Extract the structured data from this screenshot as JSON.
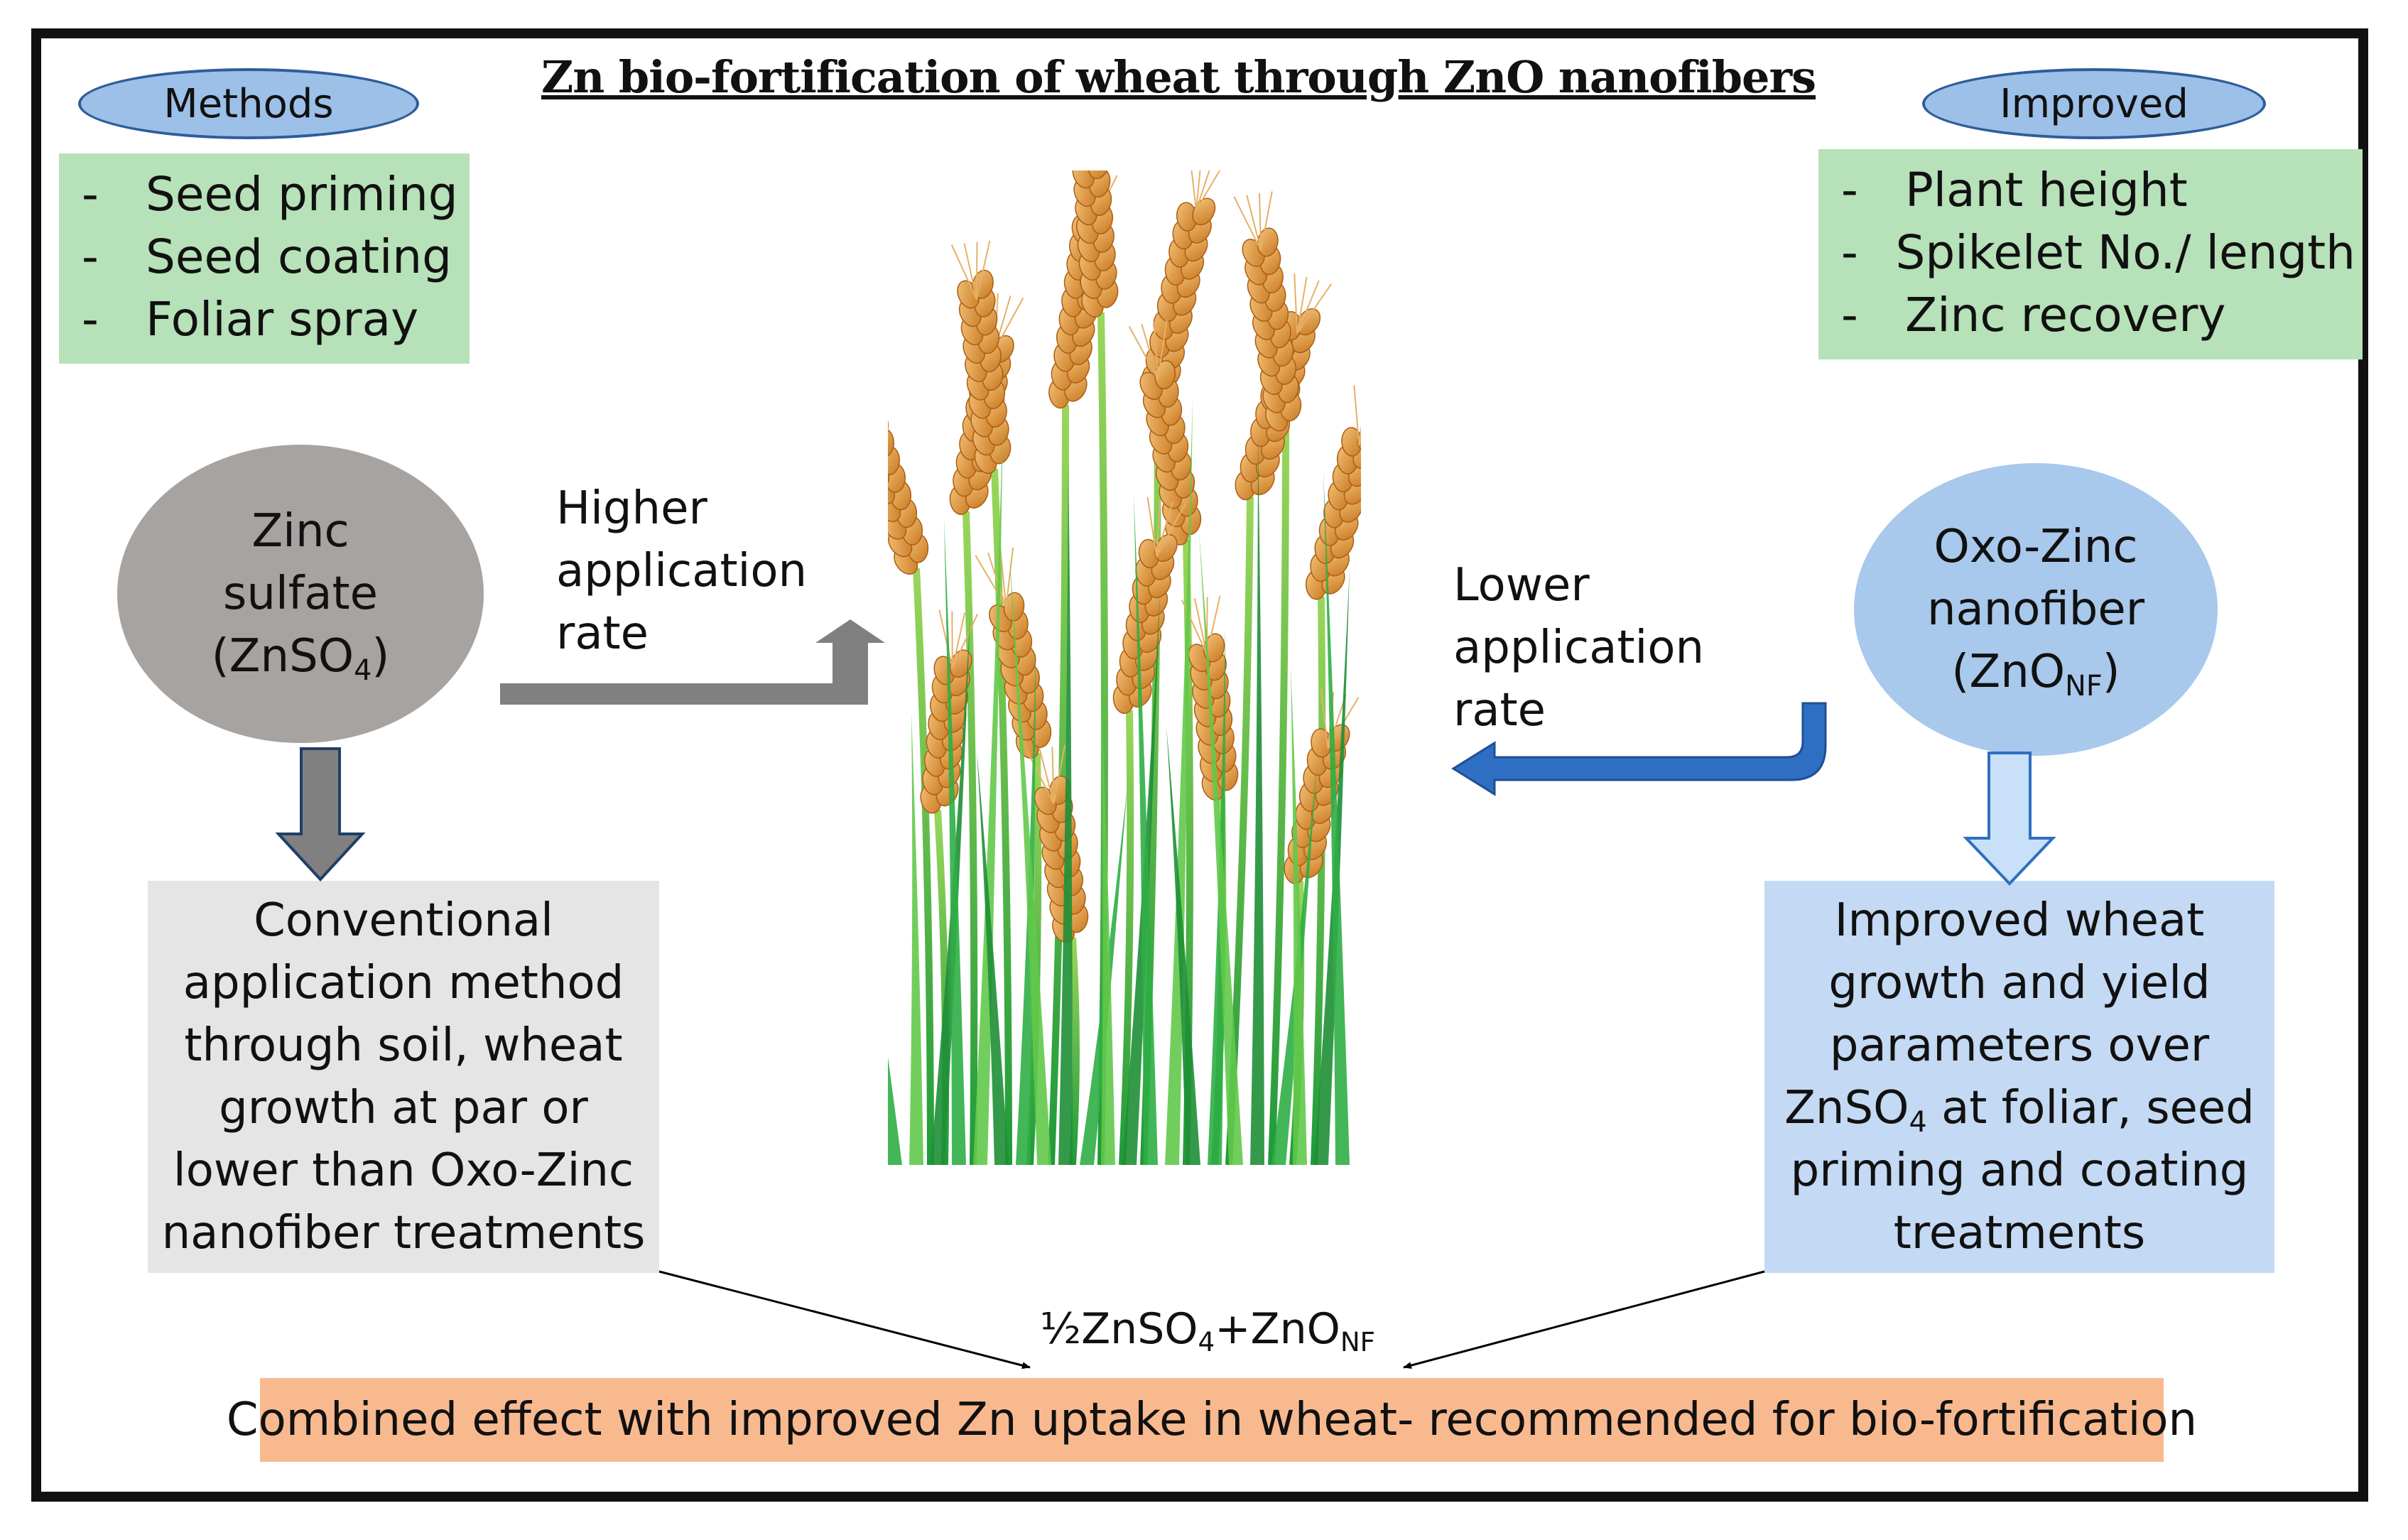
{
  "title": "Zn bio-fortification of wheat through ZnO nanofibers",
  "methods": {
    "label": "Methods",
    "items": [
      "Seed priming",
      "Seed coating",
      "Foliar spray"
    ]
  },
  "improved": {
    "label": "Improved",
    "items": [
      "Plant height",
      "Spikelet No./ length",
      "Zinc recovery"
    ]
  },
  "zinc_sulfate": {
    "line1": "Zinc",
    "line2": "sulfate",
    "formula": "(ZnSO",
    "sub": "4",
    "close": ")"
  },
  "oxo_zinc": {
    "line1": "Oxo-Zinc",
    "line2": "nanofiber",
    "formula": "(ZnO",
    "sub": "NF",
    "close": ")"
  },
  "higher_rate": {
    "line1": "Higher",
    "line2": "application",
    "line3": "rate"
  },
  "lower_rate": {
    "line1": "Lower",
    "line2": "application",
    "line3": "rate"
  },
  "conventional_box": {
    "lines": [
      "Conventional",
      "application method",
      "through soil, wheat",
      "growth at par or",
      "lower than Oxo-Zinc",
      "nanofiber treatments"
    ]
  },
  "improved_box": {
    "line1": "Improved wheat",
    "line2": "growth and yield",
    "line3": "parameters over",
    "line4_pre": "ZnSO",
    "line4_sub": "4",
    "line4_post": " at foliar, seed",
    "line5": "priming and coating",
    "line6": "treatments"
  },
  "combination": {
    "pre": "½ZnSO",
    "sub1": "4",
    "mid": "+ZnO",
    "sub2": "NF"
  },
  "combined_effect": "Combined effect with improved Zn uptake in wheat- recommended for bio-fortification",
  "colors": {
    "pill": "#9cc0e8",
    "green_box": "#b7e1b8",
    "zinc_circle": "#a6a3a1",
    "oxo_circle": "#a8c8ec",
    "conventional_box": "#e5e5e5",
    "improved_box": "#c4d9f3",
    "combined_box": "#f9b98f",
    "grey_arrow": "#808080",
    "blue_arrow": "#2e6fc4",
    "light_blue_arrow": "#c8e0f8"
  },
  "image": {
    "icon": "wheat-field-illustration"
  }
}
